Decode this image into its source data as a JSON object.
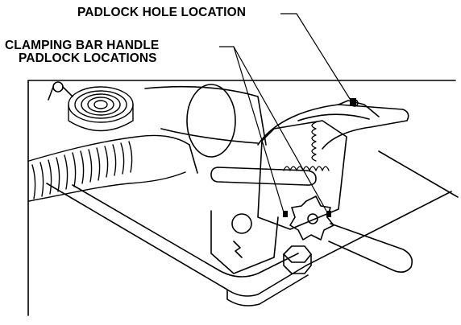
{
  "callouts": {
    "padlock_hole": "PADLOCK HOLE LOCATION",
    "clamping_bar_line1": "CLAMPING BAR HANDLE",
    "clamping_bar_line2": "PADLOCK LOCATIONS"
  },
  "style": {
    "ink": "#000000",
    "paper": "#ffffff",
    "shade": "#d8d8d8"
  }
}
